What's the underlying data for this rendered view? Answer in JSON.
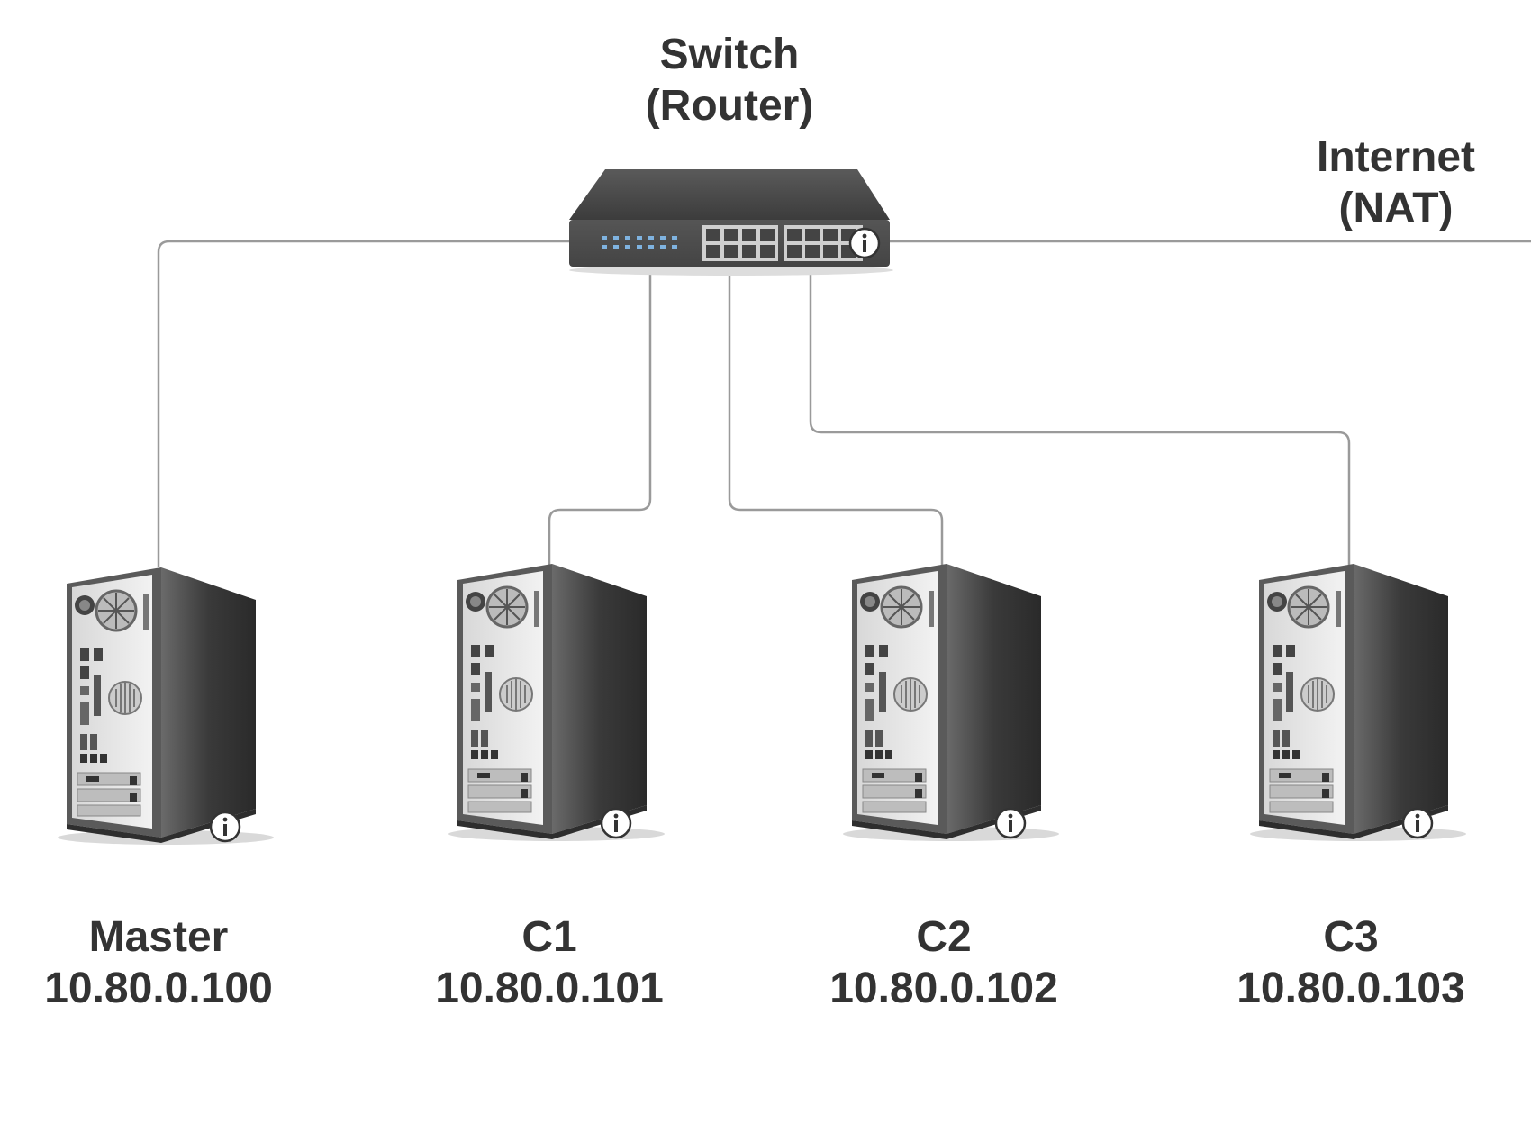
{
  "switch": {
    "line1": "Switch",
    "line2": "(Router)"
  },
  "internet": {
    "line1": "Internet",
    "line2": "(NAT)"
  },
  "hosts": [
    {
      "name": "Master",
      "ip": "10.80.0.100"
    },
    {
      "name": "C1",
      "ip": "10.80.0.101"
    },
    {
      "name": "C2",
      "ip": "10.80.0.102"
    },
    {
      "name": "C3",
      "ip": "10.80.0.103"
    }
  ],
  "icons": {
    "switch": "network-switch-icon",
    "host": "tower-pc-icon",
    "info": "info-icon"
  },
  "colors": {
    "text": "#333333",
    "link": "#9a9a9a",
    "device_dark": "#4a4a4a",
    "port_blue": "#7fb3e0"
  }
}
